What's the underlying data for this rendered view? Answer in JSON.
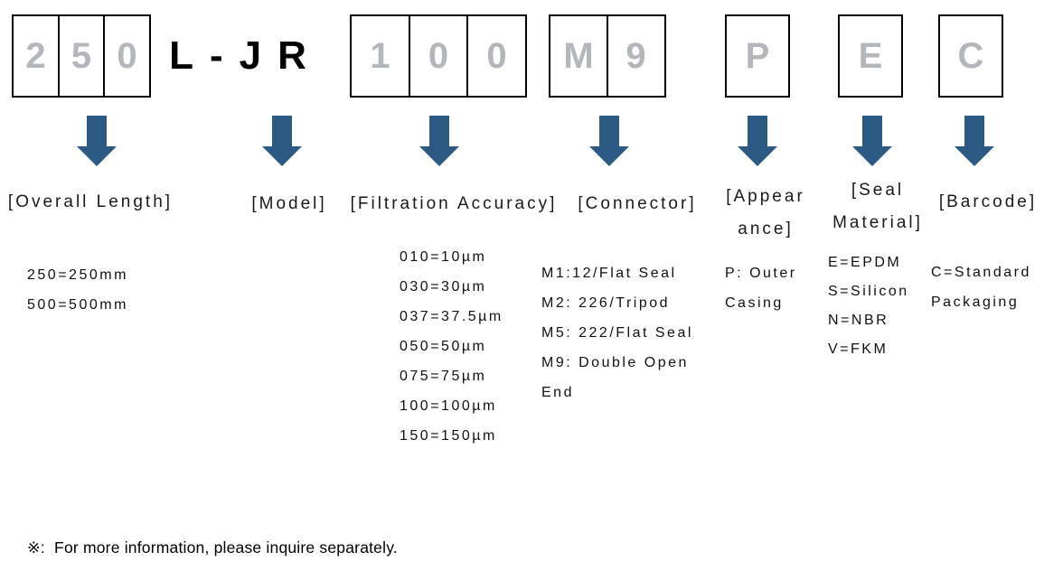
{
  "product_code": {
    "segments": [
      {
        "name": "overall-length",
        "style": "boxed",
        "chars": [
          "2",
          "5",
          "0"
        ]
      },
      {
        "name": "model",
        "style": "text",
        "text": "L-JR"
      },
      {
        "name": "filtration-accuracy",
        "style": "boxed",
        "chars": [
          "1",
          "0",
          "0"
        ]
      },
      {
        "name": "connector",
        "style": "boxed",
        "chars": [
          "M",
          "9"
        ]
      },
      {
        "name": "appearance",
        "style": "boxed",
        "chars": [
          "P"
        ]
      },
      {
        "name": "seal-material",
        "style": "boxed",
        "chars": [
          "E"
        ]
      },
      {
        "name": "barcode",
        "style": "boxed",
        "chars": [
          "C"
        ]
      }
    ]
  },
  "columns": [
    {
      "name": "overall-length",
      "label_lines": [
        "[Overall Length]"
      ],
      "options": [
        "250=250mm",
        "500=500mm"
      ]
    },
    {
      "name": "model",
      "label_lines": [
        "[Model]"
      ],
      "options": []
    },
    {
      "name": "filtration-accuracy",
      "label_lines": [
        "[Filtration Accuracy]"
      ],
      "options": [
        "010=10µm",
        "030=30µm",
        "037=37.5µm",
        "050=50µm",
        "075=75µm",
        "100=100µm",
        "150=150µm"
      ]
    },
    {
      "name": "connector",
      "label_lines": [
        "[Connector]"
      ],
      "options": [
        "M1:12/Flat Seal",
        "M2: 226/Tripod",
        "M5: 222/Flat Seal",
        "M9: Double Open",
        "End"
      ]
    },
    {
      "name": "appearance",
      "label_lines": [
        "[Appear",
        "ance]"
      ],
      "options": [
        "P: Outer",
        "Casing"
      ]
    },
    {
      "name": "seal-material",
      "label_lines": [
        "[Seal",
        "Material]"
      ],
      "options": [
        "E=EPDM",
        "S=Silicon",
        "N=NBR",
        "V=FKM"
      ]
    },
    {
      "name": "barcode",
      "label_lines": [
        "[Barcode]"
      ],
      "options": [
        "C=Standard",
        "Packaging"
      ]
    }
  ],
  "footnote": "※:  For more information, please inquire separately.",
  "colors": {
    "arrow": "#2b5a85",
    "box_char": "#b3b6ba",
    "border": "#000000",
    "text": "#1a1a1a"
  }
}
